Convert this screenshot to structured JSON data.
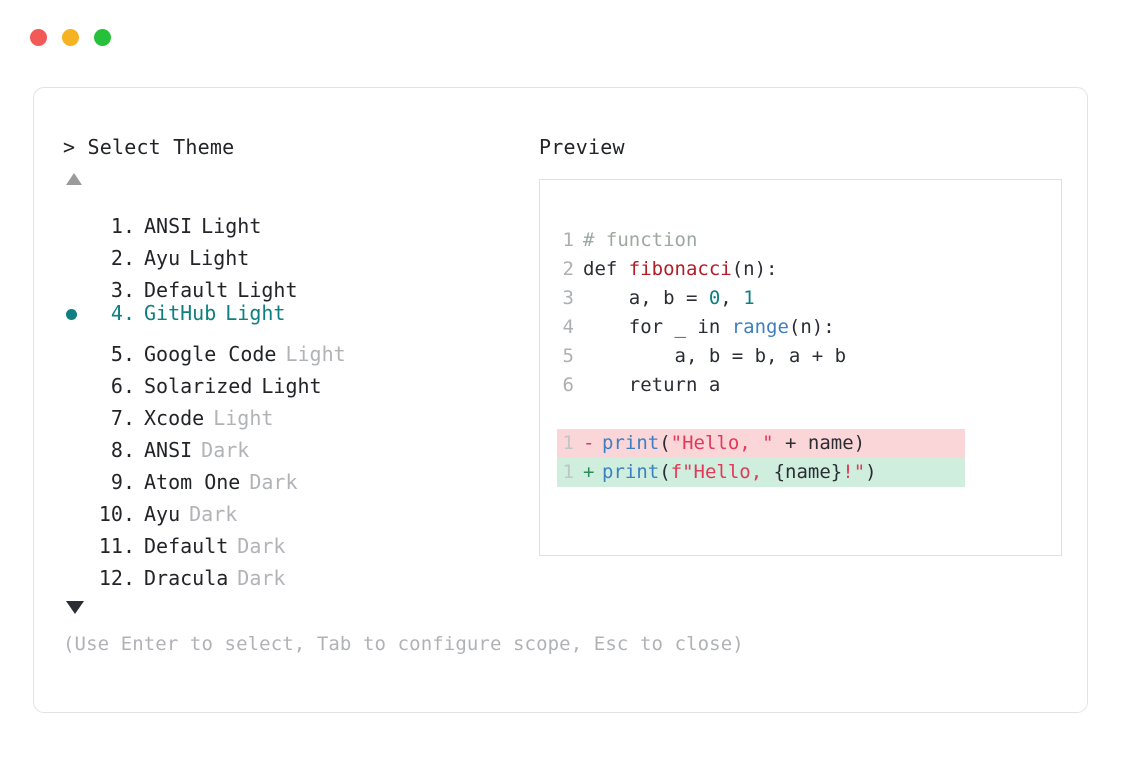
{
  "window": {
    "traffic_lights": [
      {
        "name": "close",
        "color": "#f25a57"
      },
      {
        "name": "minimize",
        "color": "#f5b323"
      },
      {
        "name": "maximize",
        "color": "#26c03a"
      }
    ]
  },
  "prompt": {
    "title": "> Select Theme",
    "scroll_up_glyph": "▲",
    "scroll_down_glyph": "▼",
    "hint": "(Use Enter to select, Tab to configure scope, Esc to close)",
    "selected_index": 4,
    "accent_color": "#0f7f80",
    "items": [
      {
        "index": "1.",
        "name": "ANSI",
        "variant": "Light",
        "variant_dim": false,
        "selected": false
      },
      {
        "index": "2.",
        "name": "Ayu",
        "variant": "Light",
        "variant_dim": false,
        "selected": false
      },
      {
        "index": "3.",
        "name": "Default",
        "variant": "Light",
        "variant_dim": false,
        "selected": false
      },
      {
        "index": "4.",
        "name": "GitHub",
        "variant": "Light",
        "variant_dim": false,
        "selected": true
      },
      {
        "index": "5.",
        "name": "Google Code",
        "variant": "Light",
        "variant_dim": true,
        "selected": false
      },
      {
        "index": "6.",
        "name": "Solarized",
        "variant": "Light",
        "variant_dim": false,
        "selected": false
      },
      {
        "index": "7.",
        "name": "Xcode",
        "variant": "Light",
        "variant_dim": true,
        "selected": false
      },
      {
        "index": "8.",
        "name": "ANSI",
        "variant": "Dark",
        "variant_dim": true,
        "selected": false
      },
      {
        "index": "9.",
        "name": "Atom One",
        "variant": "Dark",
        "variant_dim": true,
        "selected": false
      },
      {
        "index": "10.",
        "name": "Ayu",
        "variant": "Dark",
        "variant_dim": true,
        "selected": false
      },
      {
        "index": "11.",
        "name": "Default",
        "variant": "Dark",
        "variant_dim": true,
        "selected": false
      },
      {
        "index": "12.",
        "name": "Dracula",
        "variant": "Dark",
        "variant_dim": true,
        "selected": false
      }
    ]
  },
  "preview": {
    "title": "Preview",
    "code_lines": [
      {
        "ln": "1",
        "tokens": [
          {
            "t": "# function",
            "c": "tok-comment"
          }
        ]
      },
      {
        "ln": "2",
        "tokens": [
          {
            "t": "def ",
            "c": "tok-kw"
          },
          {
            "t": "fibonacci",
            "c": "tok-fn"
          },
          {
            "t": "(n):",
            "c": "tok-plain"
          }
        ]
      },
      {
        "ln": "3",
        "tokens": [
          {
            "t": "    a, b = ",
            "c": "tok-plain"
          },
          {
            "t": "0",
            "c": "tok-num"
          },
          {
            "t": ", ",
            "c": "tok-plain"
          },
          {
            "t": "1",
            "c": "tok-num"
          }
        ]
      },
      {
        "ln": "4",
        "tokens": [
          {
            "t": "    for _ in ",
            "c": "tok-plain"
          },
          {
            "t": "range",
            "c": "tok-builtin"
          },
          {
            "t": "(n):",
            "c": "tok-plain"
          }
        ]
      },
      {
        "ln": "5",
        "tokens": [
          {
            "t": "        a, b = b, a + b",
            "c": "tok-plain"
          }
        ]
      },
      {
        "ln": "6",
        "tokens": [
          {
            "t": "    return a",
            "c": "tok-plain"
          }
        ]
      }
    ],
    "diff_lines": [
      {
        "ln": "1",
        "sign": "-",
        "kind": "del",
        "tokens": [
          {
            "t": "print",
            "c": "tok-builtin"
          },
          {
            "t": "(",
            "c": "tok-plain"
          },
          {
            "t": "\"Hello, \"",
            "c": "tok-str"
          },
          {
            "t": " + name)",
            "c": "tok-plain"
          }
        ]
      },
      {
        "ln": "1",
        "sign": "+",
        "kind": "add",
        "tokens": [
          {
            "t": "print",
            "c": "tok-builtin"
          },
          {
            "t": "(",
            "c": "tok-plain"
          },
          {
            "t": "f\"Hello, ",
            "c": "tok-str"
          },
          {
            "t": "{name}",
            "c": "tok-plain"
          },
          {
            "t": "!\"",
            "c": "tok-str"
          },
          {
            "t": ")",
            "c": "tok-plain"
          }
        ]
      }
    ],
    "colors": {
      "comment": "#9fa8a0",
      "function": "#b31d28",
      "number": "#0f7f80",
      "builtin": "#3d7fc1",
      "string": "#e3385a",
      "diff_del_bg": "#fbd6d9",
      "diff_add_bg": "#cfeede"
    }
  }
}
